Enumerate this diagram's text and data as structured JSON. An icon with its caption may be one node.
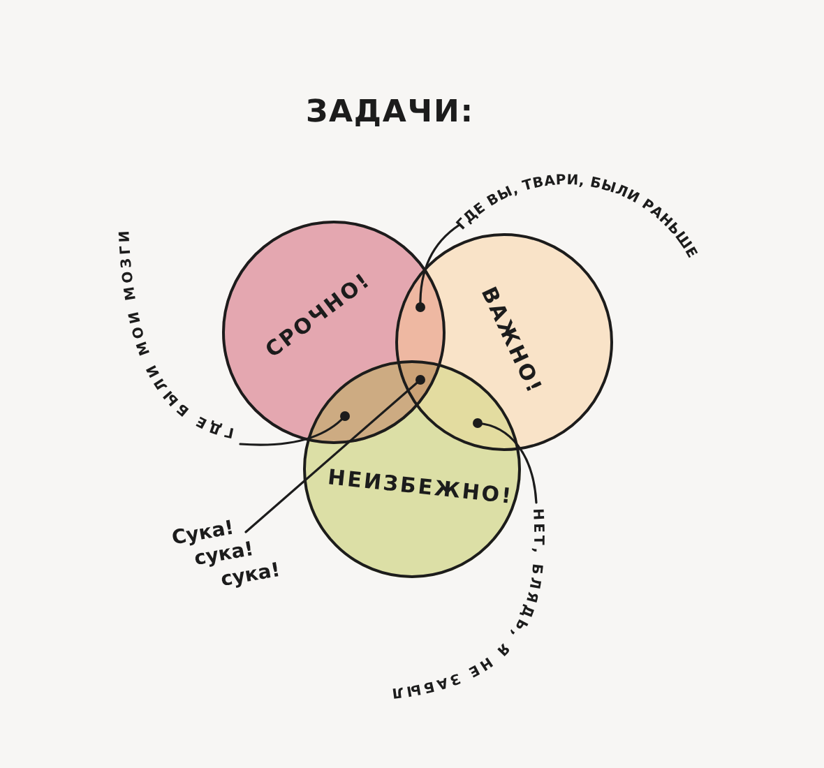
{
  "diagram": {
    "title": "ЗАДАЧИ:",
    "nodes": [
      {
        "text": [
          "СРОЧНО!"
        ]
      },
      {
        "text": [
          "ВАЖНО!"
        ]
      },
      {
        "text": [
          "НЕИЗБЕЖНО!"
        ]
      },
      {
        "text": [
          "ГДЕ ВЫ, ТВАРИ, БЫЛИ РАНЬШЕ"
        ]
      },
      {
        "text": [
          "ГДЕ БЫЛИ МОИ МОЗГИ"
        ]
      },
      {
        "text": [
          "Сука!",
          "сука!",
          "сука!"
        ]
      },
      {
        "text": [
          "НЕТ, БЛЯДЬ, Я НЕ ЗАБЫЛ"
        ]
      },
      {
        "text": [],
        "shape": "region"
      },
      {
        "text": [],
        "shape": "region"
      },
      {
        "text": [],
        "shape": "region"
      },
      {
        "text": [],
        "shape": "region"
      }
    ],
    "edges": [
      {
        "from": 3,
        "to": 7,
        "arrow": "other"
      },
      {
        "from": 4,
        "to": 8,
        "arrow": "other"
      },
      {
        "from": 5,
        "to": 9,
        "arrow": "other"
      },
      {
        "from": 6,
        "to": 10,
        "arrow": "other"
      }
    ]
  }
}
